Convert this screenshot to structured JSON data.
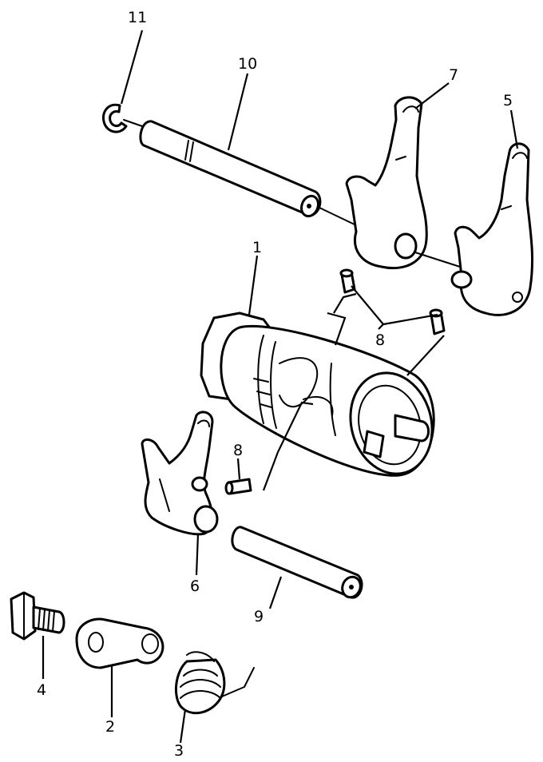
{
  "callouts": [
    "1",
    "2",
    "3",
    "4",
    "5",
    "6",
    "7",
    "8",
    "8",
    "9",
    "10",
    "11"
  ],
  "line_color": "#000000",
  "background": "#ffffff"
}
